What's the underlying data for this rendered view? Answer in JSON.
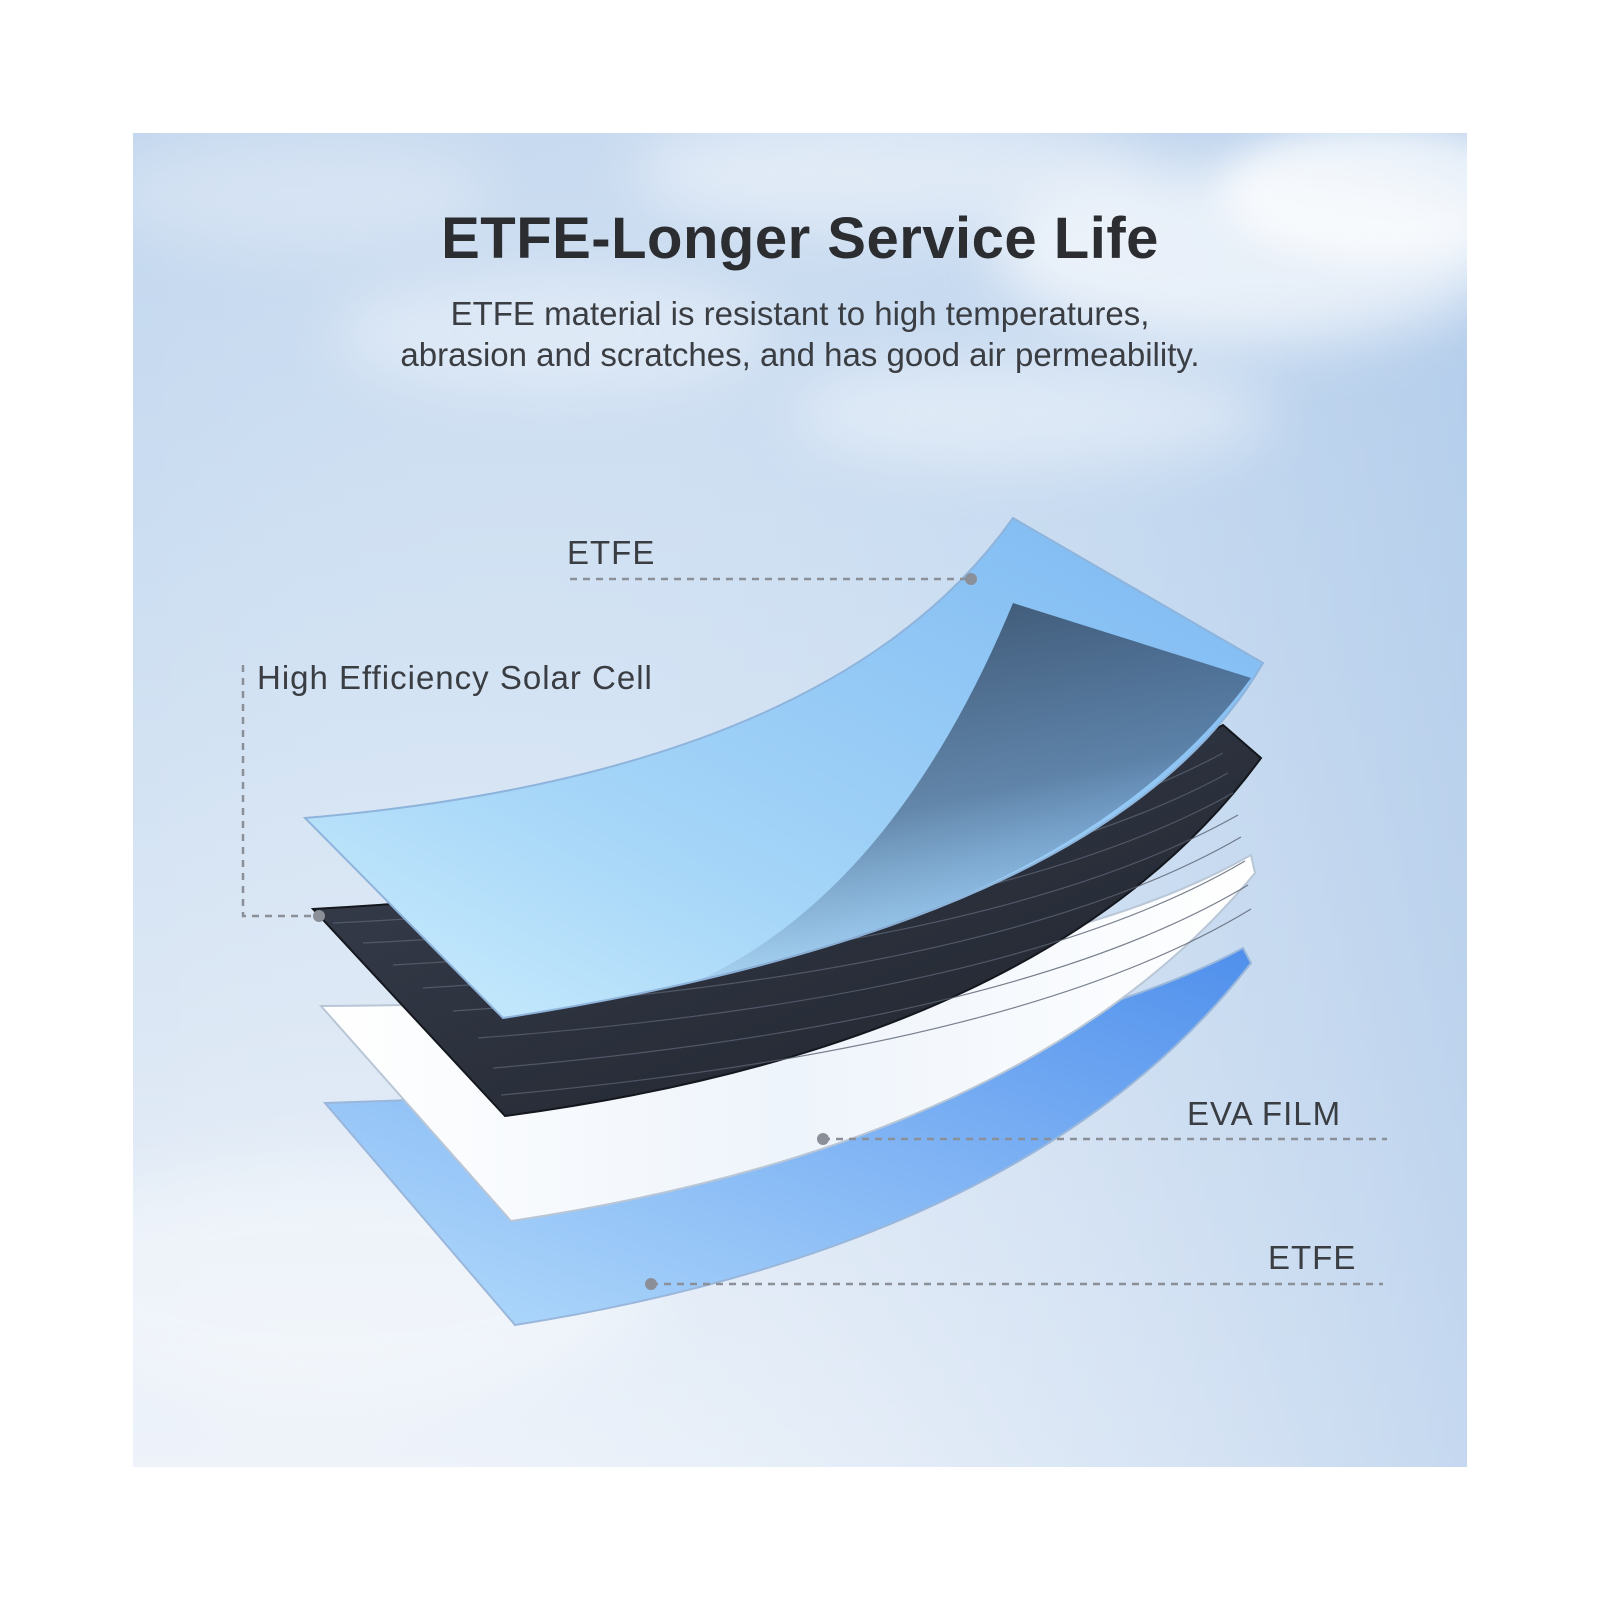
{
  "header": {
    "title": "ETFE-Longer Service Life",
    "subtitle_line1": "ETFE material is resistant to high temperatures,",
    "subtitle_line2": "abrasion and scratches, and has good air permeability."
  },
  "layers": {
    "top_etfe": "ETFE",
    "solar_cell": "High Efficiency Solar Cell",
    "eva_film": "EVA FILM",
    "bottom_etfe": "ETFE"
  },
  "colors": {
    "title_text": "#2b2d31",
    "etfe_blue": "#8fc8f5",
    "bottom_etfe_blue": "#5f9ef0",
    "solar_cell_dark": "#2a2f3a",
    "eva_white": "#f7f9fc",
    "leader_line": "#8a8f98"
  }
}
